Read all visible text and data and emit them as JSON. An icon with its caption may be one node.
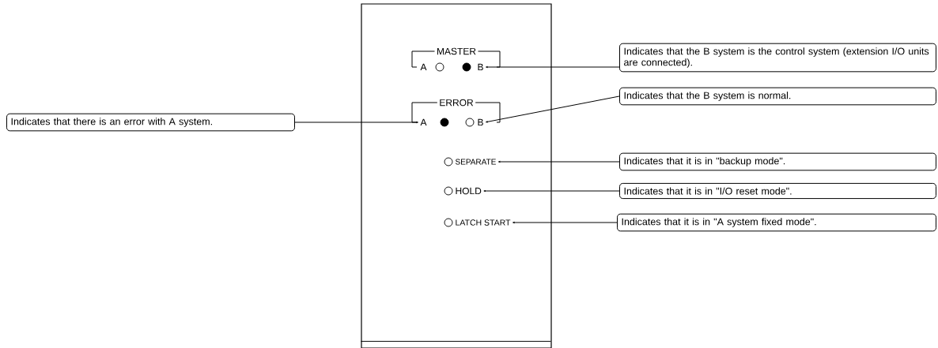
{
  "diagram": {
    "nodes": [
      {
        "text": [],
        "shape": "box"
      },
      {
        "text": [
          "A"
        ],
        "in": 0
      },
      {
        "text": [
          "B"
        ],
        "in": 0
      },
      {
        "text": [
          "Indicates that the B system is the control system (extension I/O units are connected)."
        ]
      },
      {
        "text": [
          "A"
        ],
        "in": 0
      },
      {
        "text": [
          "B"
        ],
        "in": 0
      },
      {
        "text": [
          "Indicates that there is an error with A system."
        ]
      },
      {
        "text": [
          "Indicates that the B system is normal."
        ]
      },
      {
        "text": [
          "SEPARATE"
        ],
        "in": 0
      },
      {
        "text": [
          "Indicates that it is in \"backup mode\"."
        ]
      },
      {
        "text": [
          "HOLD"
        ],
        "in": 0
      },
      {
        "text": [
          "Indicates that it is in \"I/O reset mode\"."
        ]
      },
      {
        "text": [
          "LATCH START"
        ],
        "in": 0
      },
      {
        "text": [
          "Indicates that it is in \"A system fixed mode\"."
        ]
      }
    ],
    "edges": [
      {
        "from": 3,
        "to": 2,
        "arrow": "to"
      },
      {
        "from": 6,
        "to": 4,
        "arrow": "to"
      },
      {
        "from": 7,
        "to": 5,
        "arrow": "to"
      },
      {
        "from": 9,
        "to": 8,
        "arrow": "to"
      },
      {
        "from": 11,
        "to": 10,
        "arrow": "to"
      },
      {
        "from": 13,
        "to": 12,
        "arrow": "to"
      }
    ],
    "labels": [
      "MASTER",
      "ERROR"
    ]
  }
}
